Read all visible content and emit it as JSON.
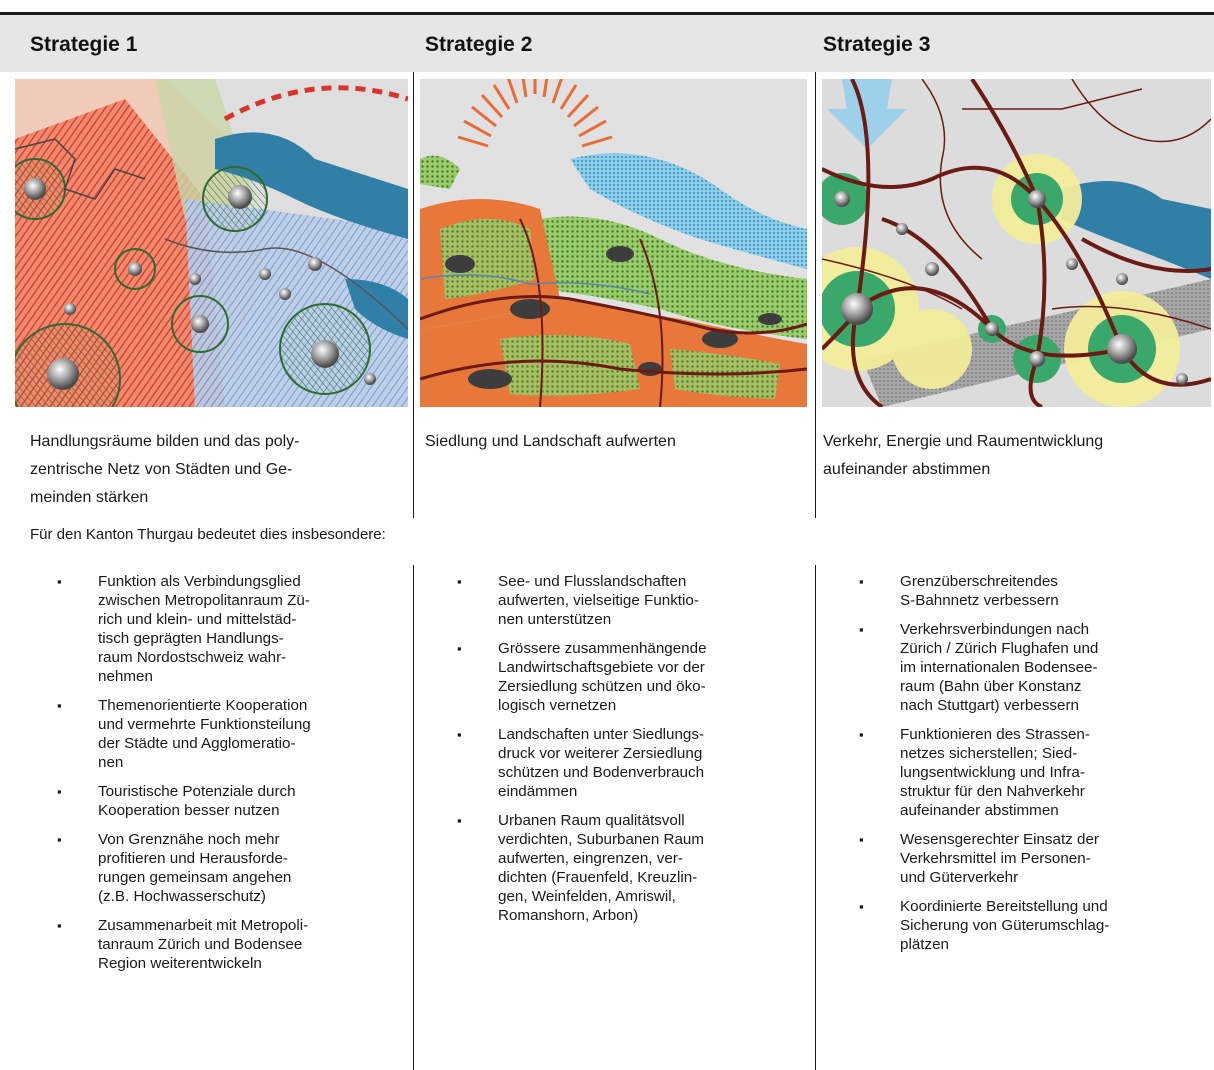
{
  "columns": [
    {
      "title": "Strategie 1",
      "map_icon": "map-strategy-1",
      "caption": "Handlungsräume bilden und das poly-\nzentrische Netz von Städten und Ge-\nmeinden stärken",
      "bullets": [
        "Funktion als Verbindungsglied\nzwischen Metropolitanraum Zü-\nrich und klein- und mittelstäd-\ntisch geprägten Handlungs-\nraum Nordostschweiz wahr-\nnehmen",
        "Themenorientierte Kooperation\nund vermehrte Funktionsteilung\nder Städte und Agglomeratio-\nnen",
        "Touristische Potenziale durch\nKooperation besser nutzen",
        "Von Grenznähe noch mehr\nprofitieren und Herausforde-\nrungen gemeinsam angehen\n(z.B. Hochwasserschutz)",
        "Zusammenarbeit mit Metropoli-\ntanraum Zürich und Bodensee\nRegion weiterentwickeln"
      ]
    },
    {
      "title": "Strategie 2",
      "map_icon": "map-strategy-2",
      "caption": "Siedlung und Landschaft aufwerten",
      "bullets": [
        "See- und Flusslandschaften\naufwerten, vielseitige Funktio-\nnen unterstützen",
        "Grössere zusammenhängende\nLandwirtschaftsgebiete vor der\nZersiedlung schützen und öko-\nlogisch vernetzen",
        "Landschaften unter Siedlungs-\ndruck vor weiterer Zersiedlung\nschützen und Bodenverbrauch\neindämmen",
        "Urbanen Raum qualitätsvoll\nverdichten, Suburbanen Raum\naufwerten, eingrenzen, ver-\ndichten (Frauenfeld, Kreuzlin-\ngen, Weinfelden, Amriswil,\nRomanshorn, Arbon)"
      ]
    },
    {
      "title": "Strategie 3",
      "map_icon": "map-strategy-3",
      "caption": "Verkehr, Energie und Raumentwicklung\naufeinander abstimmen",
      "bullets": [
        "Grenzüberschreitendes\nS-Bahnnetz verbessern",
        "Verkehrsverbindungen nach\nZürich / Zürich Flughafen und\nim internationalen Bodensee-\nraum (Bahn über Konstanz\nnach Stuttgart) verbessern",
        "Funktionieren des Strassen-\nnetzes sicherstellen; Sied-\nlungsentwicklung und Infra-\nstruktur für den Nahverkehr\naufeinander abstimmen",
        "Wesensgerechter Einsatz der\nVerkehrsmittel im Personen-\nund Güterverkehr",
        "Koordinierte Bereitstellung und\nSicherung von Güterumschlag-\nplätzen"
      ]
    }
  ],
  "intro": "Für den Kanton Thurgau bedeutet dies insbesondere:",
  "bullet_marker": "▪",
  "colors": {
    "header_band": "#e6e6e6",
    "rule": "#1a1a1a",
    "lake": "#2f7fa7",
    "settlement_orange": "#e8783a",
    "agri_green": "#5aa24a",
    "road": "#6b1a14"
  }
}
